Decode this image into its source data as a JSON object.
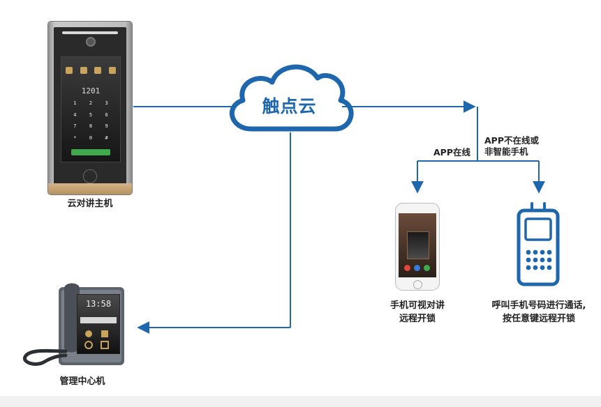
{
  "cloud": {
    "label": "触点云"
  },
  "labels": {
    "door_station": "云对讲主机",
    "management_center": "管理中心机",
    "app_online": "APP在线",
    "app_offline_line1": "APP不在线或",
    "app_offline_line2": "非智能手机",
    "phone_caption_line1": "手机可视对讲",
    "phone_caption_line2": "远程开锁",
    "mobile_caption_line1": "呼叫手机号码进行通话,",
    "mobile_caption_line2": "按任意键远程开锁"
  },
  "devices": {
    "door_screen_number": "1201",
    "keypad_keys": [
      "1",
      "2",
      "3",
      "4",
      "5",
      "6",
      "7",
      "8",
      "9",
      "*",
      "0",
      "#"
    ],
    "mgmt_time": "13:58"
  },
  "colors": {
    "connector": "#1f67ad",
    "cloud_stroke": "#1f67ad",
    "text": "#222222"
  }
}
